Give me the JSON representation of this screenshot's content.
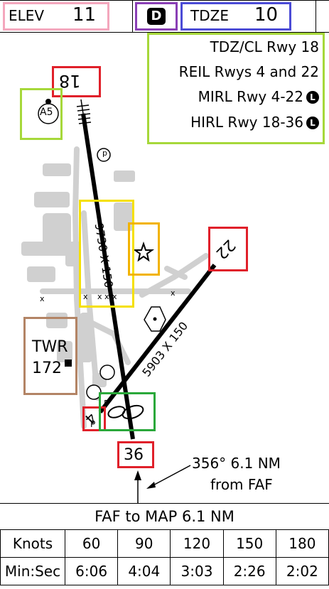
{
  "header": {
    "elev_label": "ELEV",
    "elev_value": "11",
    "d_symbol": "D",
    "tdze_label": "TDZE",
    "tdze_value": "10"
  },
  "lighting": [
    {
      "text": "TDZ/CL Rwy 18",
      "badge": ""
    },
    {
      "text": "REIL Rwys 4 and 22",
      "badge": ""
    },
    {
      "text": "MIRL Rwy 4-22",
      "badge": "L"
    },
    {
      "text": "HIRL Rwy 18-36",
      "badge": "L"
    }
  ],
  "runways": {
    "rwy_18": "18",
    "rwy_36": "36",
    "rwy_4": "4",
    "rwy_22": "22",
    "dims_18_36": "9730 X 150",
    "dims_4_22": "5903 X 150"
  },
  "markers": {
    "a5": "A5",
    "pad_p1": "P",
    "pad_p2": "P"
  },
  "tower": {
    "label": "TWR",
    "elevation": "172"
  },
  "faf_note": {
    "line1": "356° 6.1 NM",
    "line2": "from FAF"
  },
  "faf_table": {
    "title": "FAF to MAP  6.1 NM",
    "row1_label": "Knots",
    "row2_label": "Min:Sec",
    "knots": [
      "60",
      "90",
      "120",
      "150",
      "180"
    ],
    "times": [
      "6:06",
      "4:04",
      "3:03",
      "2:26",
      "2:02"
    ]
  },
  "colors": {
    "pink": "#f4a7bd",
    "purple": "#8a3fb5",
    "blue": "#4b4bd6",
    "lime": "#a6d83a",
    "red": "#e0202a",
    "yellow": "#f5e000",
    "orange": "#f2b300",
    "brown": "#b38465",
    "green": "#2aa83a",
    "taxiway_gray": "#d0d0d0"
  }
}
